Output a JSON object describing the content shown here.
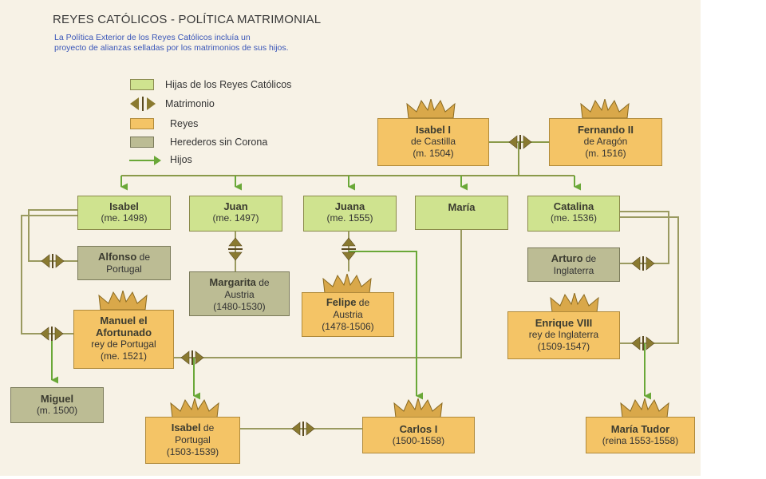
{
  "header": {
    "title": "REYES CATÓLICOS - POLÍTICA MATRIMONIAL",
    "intro_line1": "La Política Exterior de los Reyes Católicos incluía un",
    "intro_line2": "proyecto de alianzas selladas por los matrimonios de sus hijos."
  },
  "legend": {
    "children": "Hijas de los Reyes Católicos",
    "marriage": "Matrimonio",
    "kings": "Reyes",
    "heirs": "Herederos sin Corona",
    "sons": "Hijos"
  },
  "colors": {
    "children": "#cfe38f",
    "kings": "#f4c466",
    "heirs": "#bcbc94",
    "arrow": "#6aa838"
  },
  "nodes": {
    "isabel_i": {
      "name": "Isabel I",
      "line2": "de Castilla",
      "line3": "(m. 1504)"
    },
    "fernando_ii": {
      "name": "Fernando II",
      "line2": "de Aragón",
      "line3": "(m. 1516)"
    },
    "isabel": {
      "name": "Isabel",
      "line2": "(me. 1498)"
    },
    "juan": {
      "name": "Juan",
      "line2": "(me. 1497)"
    },
    "juana": {
      "name": "Juana",
      "line2": "(me. 1555)"
    },
    "maria": {
      "name": "María"
    },
    "catalina": {
      "name": "Catalina",
      "line2": "(me. 1536)"
    },
    "alfonso": {
      "name": "Alfonso",
      "suffix": " de",
      "line2": "Portugal"
    },
    "margarita": {
      "name": "Margarita",
      "suffix": " de",
      "line2": "Austria",
      "line3": "(1480-1530)"
    },
    "felipe": {
      "name": "Felipe",
      "suffix": " de",
      "line2": "Austria",
      "line3": "(1478-1506)"
    },
    "arturo": {
      "name": "Arturo",
      "suffix": " de",
      "line2": "Inglaterra"
    },
    "manuel": {
      "name": "Manuel el",
      "name2": "Afortunado",
      "line2": "rey de Portugal",
      "line3": "(me. 1521)"
    },
    "enrique": {
      "name": "Enrique VIII",
      "line2": "rey de Inglaterra",
      "line3": "(1509-1547)"
    },
    "miguel": {
      "name": "Miguel",
      "line2": "(m. 1500)"
    },
    "isabel_portugal": {
      "name": "Isabel",
      "suffix": " de",
      "line2": "Portugal",
      "line3": "(1503-1539)"
    },
    "carlos_i": {
      "name": "Carlos I",
      "line2": "(1500-1558)"
    },
    "maria_tudor": {
      "name": "María Tudor",
      "line2": "(reina 1553-1558)"
    }
  }
}
